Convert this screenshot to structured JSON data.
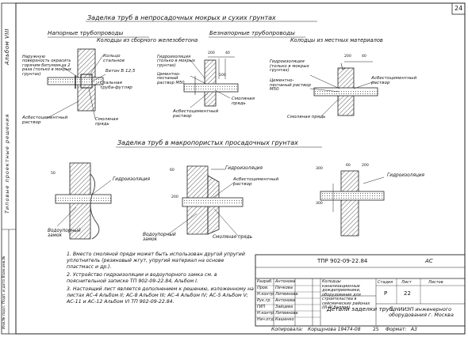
{
  "page_number": "24",
  "side": {
    "album_label": "Альбом VIII",
    "series_label": "Типовые проектные решения",
    "stamp_text": "Инв.№ подл. Подп. и дата Взам.инв.№"
  },
  "section1": {
    "title": "Заделка труб в непросадочных мокрых и сухих грунтах",
    "sub_pressure": "Напорные трубопроводы",
    "sub_gravity": "Безнапорные трубопроводы",
    "sub_wells_precast": "Колодцы из сборного железобетона",
    "sub_wells_local": "Колодцы из местных материалов"
  },
  "section2": {
    "title": "Заделка труб в макропористых просадочных грунтах"
  },
  "labels": {
    "outer_surface": "Наружную поверхность окрасить горячим битумом за 2 раза (только в мокрых грунтах)",
    "steel_ring": "Кольцо стальное",
    "concrete": "Бетон Б 12,5",
    "steel_sleeve": "Стальная труба-футляр",
    "asbestos_mortar_left": "Асбестоцементный раствор",
    "resin_strand_left": "Смоляная прядь",
    "waterproof_top": "Гидроизоляция (только в мокрых грунтах)",
    "cement_mortar": "Цементно-песчаный раствор М50",
    "resin_strand_mid": "Смоляная прядь",
    "asbestos_mortar_mid": "Асбестоцементный раствор",
    "waterproof_right": "Гидроизоляция (только в мокрых грунтах)",
    "asbestos_right": "Асбестоцементный раствор",
    "cement_right": "Цементно-песчаный раствор М50",
    "resin_right": "Смоляная прядь",
    "waterproof_2a": "Гидроизоляция",
    "waterproof_2b": "Гидроизоляция",
    "asbestos_2": "Асбестоцементный раствор",
    "water_lock_left": "Водоупорный замок",
    "water_lock_mid": "Водоупорный замок",
    "resin_2": "Смоляная прядь",
    "waterproof_2c": "Гидроизоляция"
  },
  "dims": {
    "d200a": "200",
    "d40a": "40",
    "d100": "100",
    "d200b": "200",
    "d40b": "40",
    "d50a": "50",
    "d60": "60",
    "d200c": "200",
    "d300a": "300",
    "d300b": "300",
    "d60b": "60",
    "d200d": "200"
  },
  "notes": [
    "1. Вместо смоляной пряди может быть использован другой упругий уплотнитель (резиновый жгут, упругий материал на основе пластмасс и др.).",
    "2. Устройство гидроизоляции и водоупорного замка см. в пояснительной записке ТП 902-09-22.84, Альбом I.",
    "3. Настоящий лист является дополнением к решению, изложенному на листах АС-4 Альбом II; АС-8 Альбом III; АС-4 Альбом IV; АС-5 Альбом V; АС-11 и АС-12 Альбом VI ТП 902-09-22.84."
  ],
  "title_block": {
    "code": "ТПР 902-09-22.84",
    "sheet_code": "АС",
    "project_name": "Колодцы канализационные дождеприемники, оборудование для строительства в сейсмических районах (III-IV баллов).",
    "drawing_name": "Детали заделки труб.",
    "stage_h": "Стадия",
    "sheet_h": "Лист",
    "sheets_h": "Листов",
    "stage": "Р",
    "sheet": "22",
    "sheets": "",
    "org": "ЦНИИЭП инженерного оборудования г. Москва",
    "roles": [
      "Разраб.",
      "Пров.",
      "Н.контр.",
      "Рук.гр.",
      "ГИП",
      "Н.контр.",
      "Нач.отд."
    ],
    "names": [
      "Антонова",
      "Печкова",
      "Литвинова",
      "Антонова",
      "Зайцева",
      "Литвинова",
      "Кашенко"
    ]
  },
  "footer": {
    "copied_label": "Копировала:",
    "copied_name": "Корщунова 19474-08",
    "num": "25",
    "format_label": "Формат:",
    "format": "А3"
  }
}
